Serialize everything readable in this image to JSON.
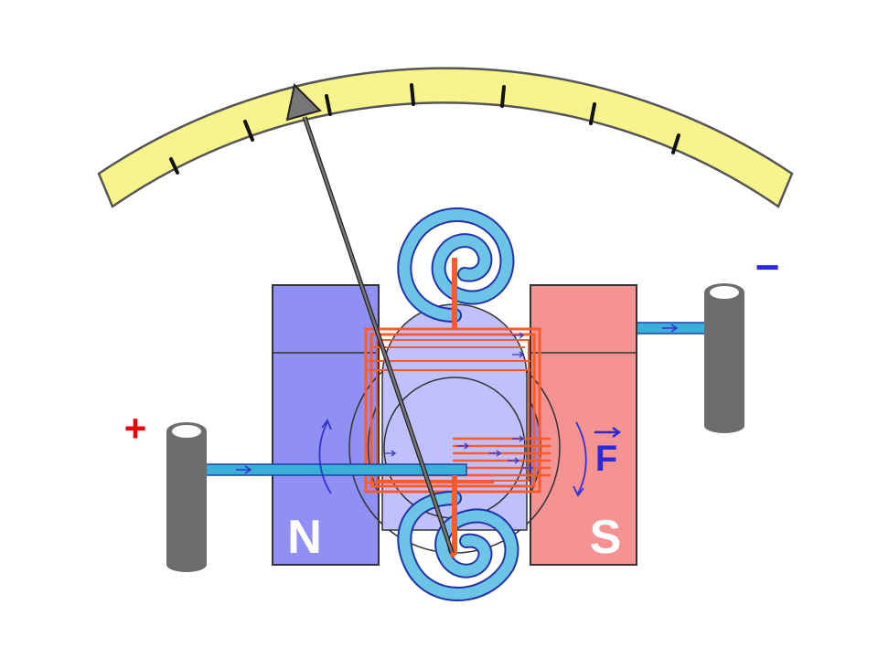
{
  "labels": {
    "positive_terminal": "+",
    "negative_terminal": "−",
    "north_pole": "N",
    "south_pole": "S",
    "force": "F"
  },
  "colors": {
    "scale": "#f7f48c",
    "north_magnet": "#9090f4",
    "south_magnet": "#f59393",
    "core": "#c0c0ff",
    "coil": "#ff5a2a",
    "wire": "#3ab0d8",
    "arrow": "#3333cc",
    "terminal": "#6d6d6d",
    "pointer": "#777777",
    "plus": "#e8000a",
    "minus": "#2b2bd6"
  }
}
